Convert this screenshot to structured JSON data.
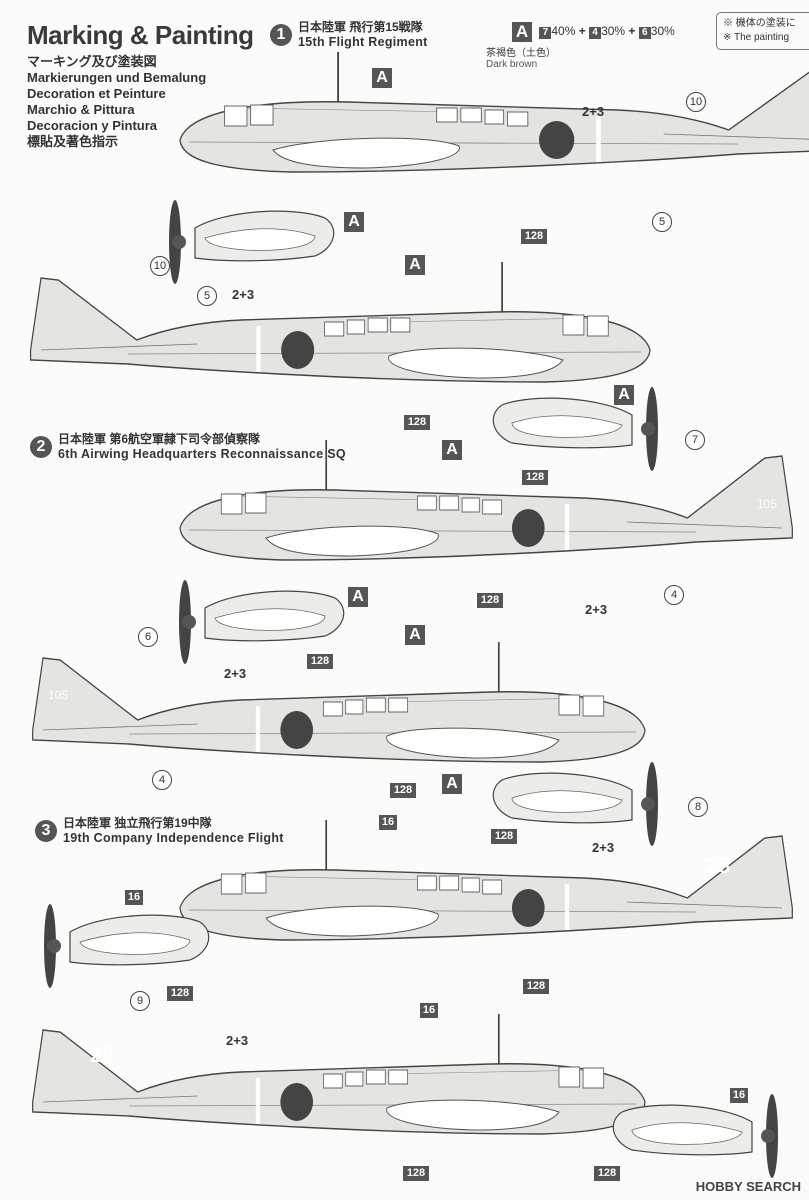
{
  "title": "Marking & Painting",
  "languages": [
    "マーキング及び塗装図",
    "Markierungen und Bemalung",
    "Decoration et Peinture",
    "Marchio & Pittura",
    "Decoracion y Pintura",
    "標貼及著色指示"
  ],
  "note": {
    "line1": "※ 機体の塗装に",
    "line2": "※ The painting"
  },
  "color_key": {
    "letter": "A",
    "c1": "7",
    "p1": "40%",
    "c2": "4",
    "p2": "30%",
    "c3": "6",
    "p3": "30%",
    "jp": "茶褐色（土色）",
    "en": "Dark brown"
  },
  "sections": [
    {
      "num": "1",
      "jp": "日本陸軍 飛行第15戦隊",
      "en": "15th Flight Regiment"
    },
    {
      "num": "2",
      "jp": "日本陸軍 第6航空軍隷下司令部偵察隊",
      "en": "6th Airwing Headquarters Reconnaissance SQ"
    },
    {
      "num": "3",
      "jp": "日本陸軍 独立飛行第19中隊",
      "en": "19th Company Independence Flight"
    }
  ],
  "callouts": {
    "A": "A",
    "c128": "128",
    "c16": "16",
    "n2p3": "2+3",
    "n4": "4",
    "n5": "5",
    "n6": "6",
    "n7": "7",
    "n8": "8",
    "n9": "9",
    "n10": "10",
    "tail105": "105",
    "tail28": "28"
  },
  "watermark": {
    "brand": "HOBBY SEARCH",
    "sub": "©"
  }
}
